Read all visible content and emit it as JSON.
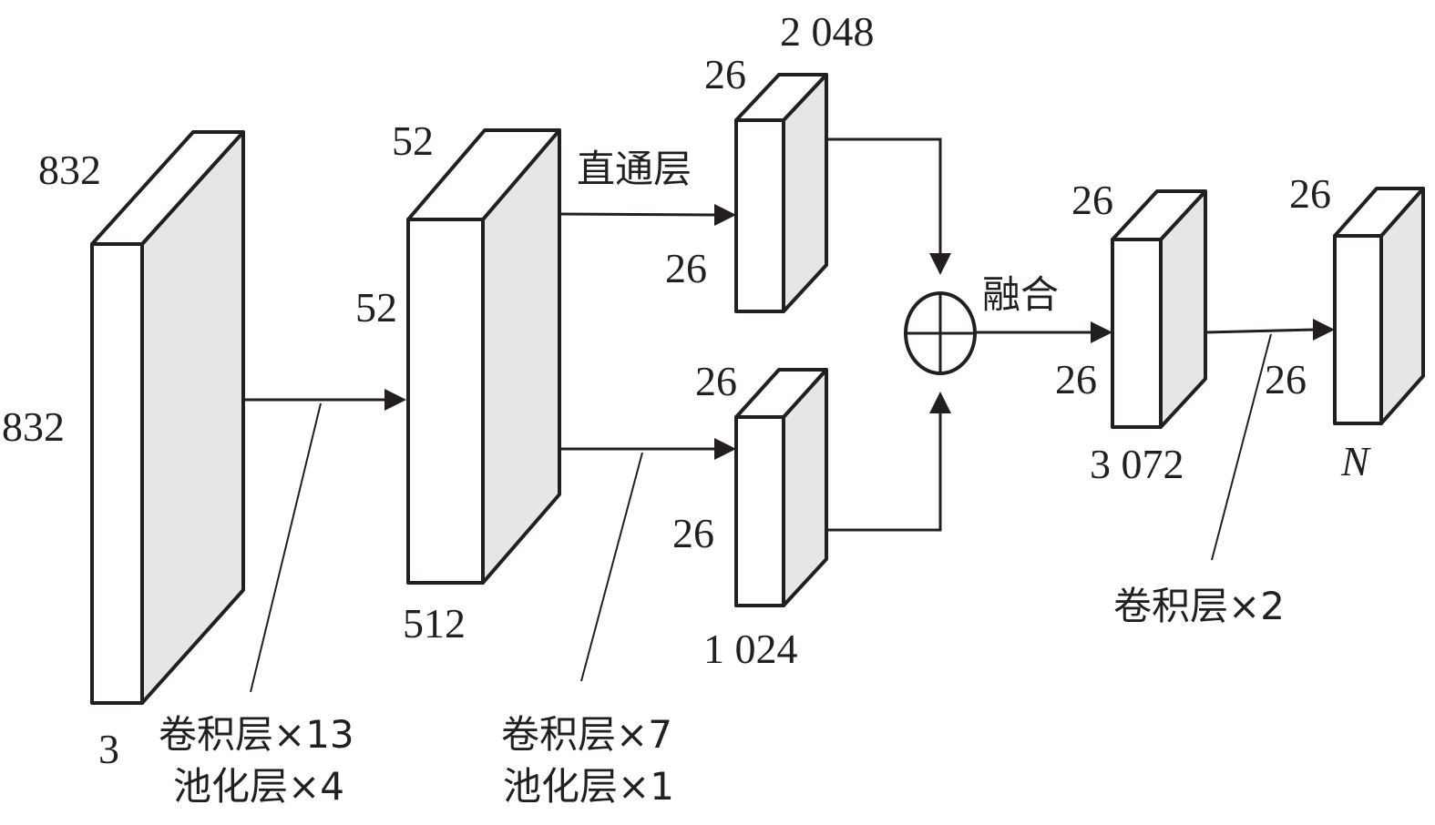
{
  "blocks": {
    "input": {
      "width": "832",
      "height": "832",
      "channels": "3"
    },
    "stage2": {
      "width": "52",
      "height": "52",
      "channels": "512"
    },
    "route": {
      "width": "26",
      "height": "26",
      "channels": "2 048"
    },
    "stage3": {
      "width": "26",
      "height": "26",
      "channels": "1 024"
    },
    "fused": {
      "width": "26",
      "height": "26",
      "channels": "3 072"
    },
    "output": {
      "width": "26",
      "height": "26",
      "channels": "N"
    }
  },
  "ops": {
    "stage1_conv": "卷积层×13",
    "stage1_pool": "池化层×4",
    "stage2_conv": "卷积层×7",
    "stage2_pool": "池化层×1",
    "passthrough": "直通层",
    "fusion": "融合",
    "final_conv": "卷积层×2"
  },
  "colors": {
    "ink": "#231f20",
    "side_face": "#e6e6e6"
  }
}
